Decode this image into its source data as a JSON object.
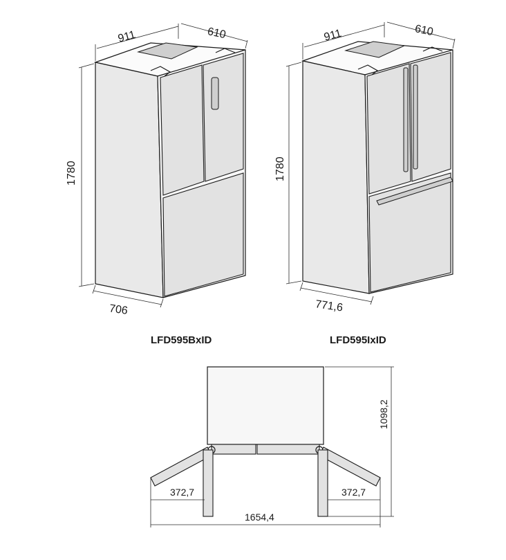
{
  "left_fridge": {
    "model": "LFD595BxID",
    "dim_width": "911",
    "dim_depth": "610",
    "dim_height": "1780",
    "dim_bottom": "706"
  },
  "right_fridge": {
    "model": "LFD595IxID",
    "dim_width": "911",
    "dim_depth": "610",
    "dim_height": "1780",
    "dim_bottom": "771,6"
  },
  "top_view": {
    "dim_open_depth": "1098,2",
    "dim_left_door": "372,7",
    "dim_right_door": "372,7",
    "dim_total_width": "1654,4"
  }
}
